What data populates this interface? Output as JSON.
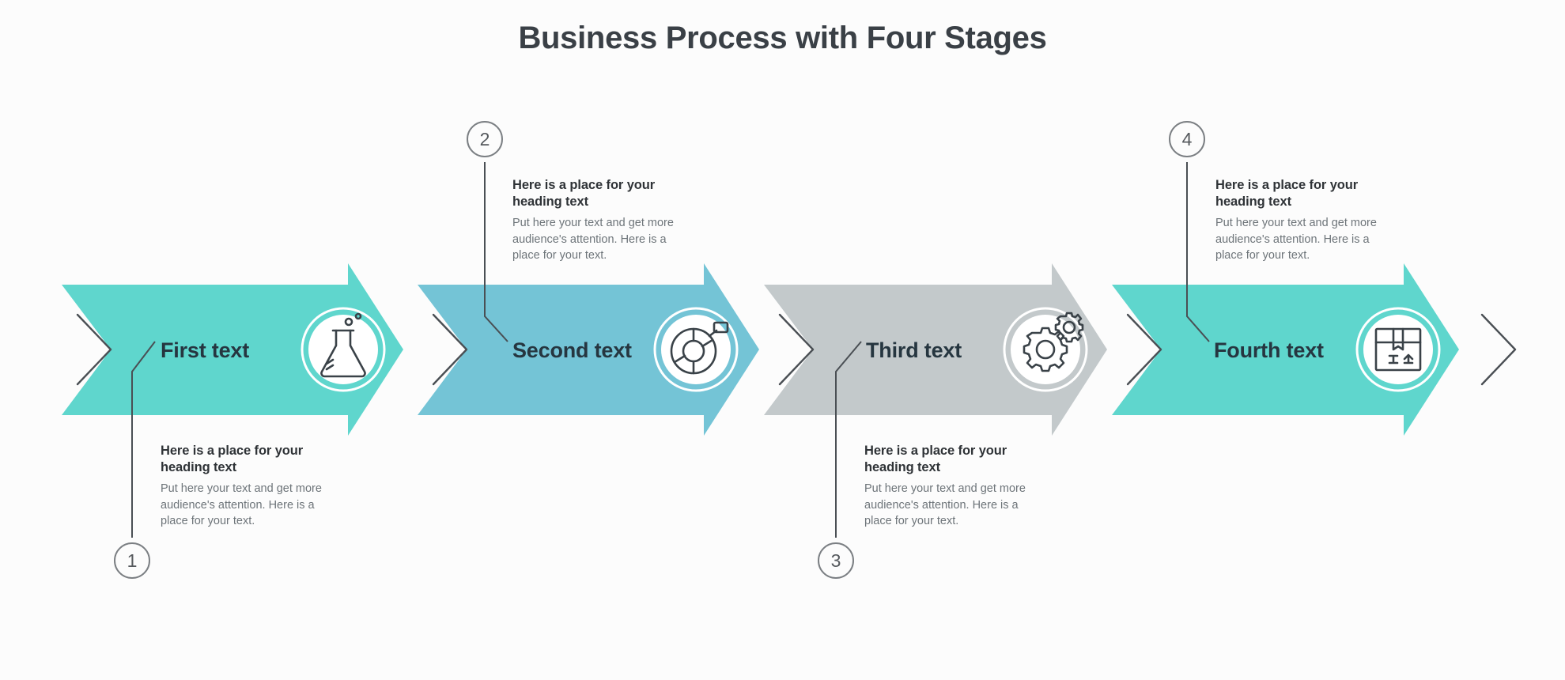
{
  "title": "Business Process with Four Stages",
  "theme": {
    "background": "#fcfcfc",
    "title_color": "#3a4046",
    "label_color": "#263640",
    "heading_color": "#2f3337",
    "body_color": "#6d7479",
    "marker_stroke": "#7b7f83",
    "connector_color": "#4a4f54",
    "chevron_color": "#4a4f54",
    "icon_color": "#3a4248",
    "icon_circle_fill": "#ffffff"
  },
  "callout_template": {
    "heading": "Here is a place for your heading text",
    "body": "Put here your text and get more audience's attention. Here is a place for your text."
  },
  "stages": [
    {
      "number": "1",
      "label": "First text",
      "color": "#5FD6CD",
      "icon": "flask-icon",
      "marker_position": "below",
      "callout_position": "below",
      "heading": "Here is a place for your heading text",
      "body": "Put here your text and get more audience's attention. Here is a place for your text."
    },
    {
      "number": "2",
      "label": "Second text",
      "color": "#74C4D6",
      "icon": "donut-chart-icon",
      "marker_position": "above",
      "callout_position": "above",
      "heading": "Here is a place for your heading text",
      "body": "Put here your text and get more audience's attention. Here is a place for your text."
    },
    {
      "number": "3",
      "label": "Third text",
      "color": "#C3C9CB",
      "icon": "gears-icon",
      "marker_position": "below",
      "callout_position": "below",
      "heading": "Here is a place for your heading text",
      "body": "Put here your text and get more audience's attention. Here is a place for your text."
    },
    {
      "number": "4",
      "label": "Fourth text",
      "color": "#5FD6CD",
      "icon": "package-box-icon",
      "marker_position": "above",
      "callout_position": "above",
      "heading": "Here is a place for your heading text",
      "body": "Put here your text and get more audience's attention. Here is a place for your text."
    }
  ]
}
